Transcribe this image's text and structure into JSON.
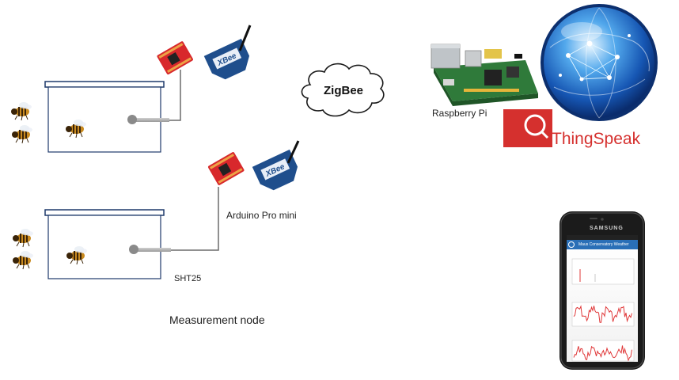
{
  "labels": {
    "zigbee": "ZigBee",
    "raspberry_pi": "Raspberry Pi",
    "thingspeak": "ThingSpeak",
    "arduino": "Arduino Pro mini",
    "sensor": "SHT25",
    "caption": "Measurement node"
  },
  "xbee_text": "XBee",
  "phone": {
    "brand": "SAMSUNG",
    "app_title": "Maus Conservatory Weather"
  },
  "colors": {
    "arduino_red": "#d8282c",
    "xbee_blue": "#1f4e8c",
    "thingspeak_red": "#d5302e",
    "globe_blue": "#1b5fb8",
    "wire": "#6b6b6b",
    "hive_border": "#1f3a6b",
    "chart_line": "#e0393a"
  }
}
